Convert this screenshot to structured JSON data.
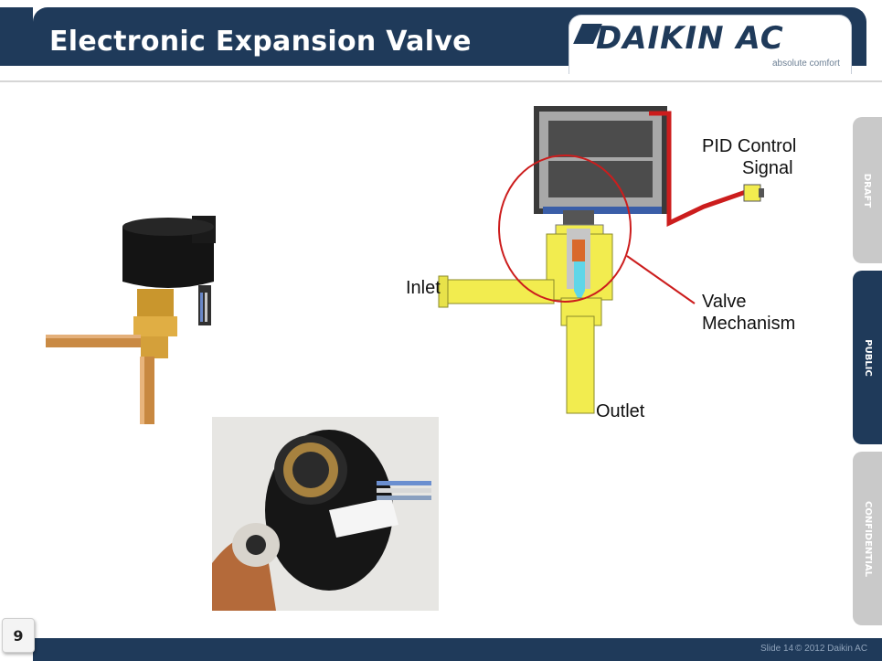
{
  "slide": {
    "title": "Electronic Expansion Valve",
    "logo": {
      "brand": "DAIKIN AC",
      "tagline": "absolute comfort"
    },
    "tabs": [
      "DRAFT",
      "PUBLIC",
      "CONFIDENTIAL"
    ],
    "active_tab": "PUBLIC",
    "slide_number": "9",
    "footer": {
      "slide_label": "Slide 14",
      "copyright": "© 2012 Daikin AC"
    },
    "colors": {
      "navy": "#1f3a5a",
      "brass": "#e3b54a",
      "valve_yellow": "#f2ec4f",
      "highlight_red": "#cc1d1d"
    }
  },
  "diagram": {
    "labels": {
      "pid_line1": "PID Control",
      "pid_line2": "Signal",
      "inlet": "Inlet",
      "valve_line1": "Valve",
      "valve_line2": "Mechanism",
      "outlet": "Outlet"
    }
  }
}
